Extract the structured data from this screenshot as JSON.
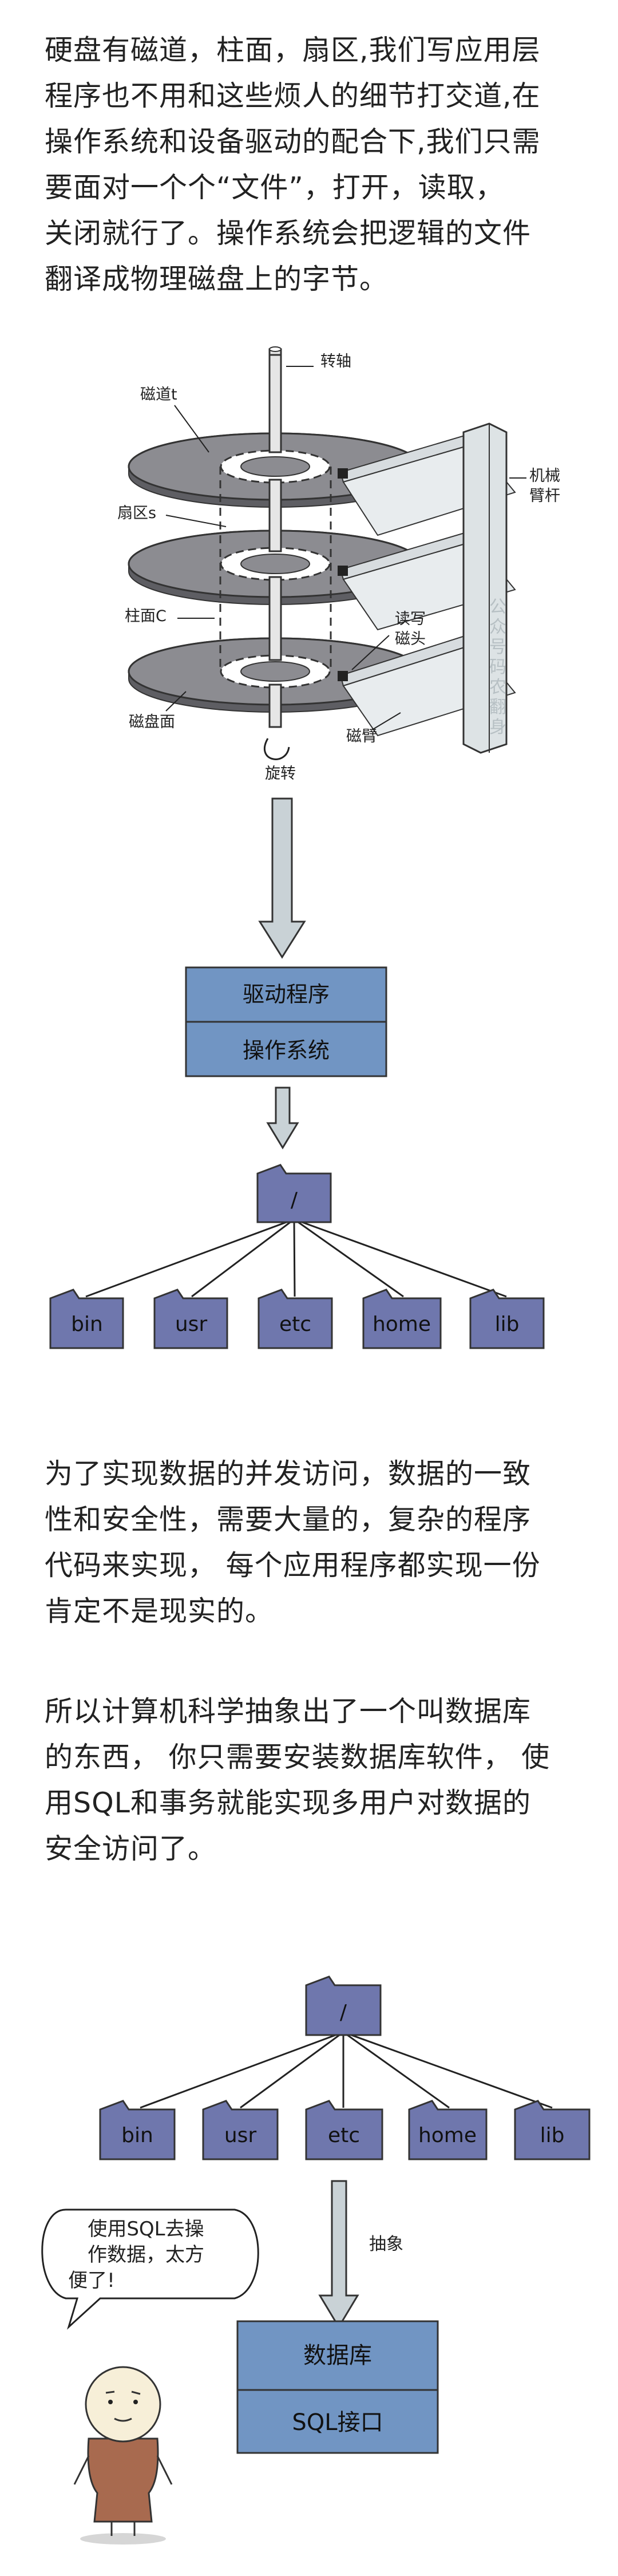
{
  "paragraphs": {
    "p1": [
      "硬盘有磁道，柱面，扇区,我们写应用层",
      "程序也不用和这些烦人的细节打交道,在",
      "操作系统和设备驱动的配合下,我们只需",
      "要面对一个个“文件”，打开，读取，",
      "关闭就行了。操作系统会把逻辑的文件",
      "翻译成物理磁盘上的字节。"
    ],
    "p2": [
      "为了实现数据的并发访问，数据的一致",
      "性和安全性，需要大量的，复杂的程序",
      "代码来实现， 每个应用程序都实现一份",
      "肯定不是现实的。"
    ],
    "p3": [
      "所以计算机科学抽象出了一个叫数据库",
      "的东西， 你只需要安装数据库软件， 使",
      "用SQL和事务就能实现多用户对数据的",
      "安全访问了。"
    ]
  },
  "disk_diagram": {
    "labels": {
      "track": "磁道t",
      "spindle": "转轴",
      "sector": "扇区s",
      "cylinder": "柱面C",
      "platter": "磁盘面",
      "rotation": "旋转",
      "arm_actuator": [
        "机械",
        "臂杆"
      ],
      "head": [
        "读写",
        "磁头"
      ],
      "arm": "磁臂",
      "watermark": [
        "公",
        "众",
        "号",
        "码",
        "农",
        "翻",
        "身"
      ]
    }
  },
  "stack_diagram": {
    "driver": "驱动程序",
    "os": "操作系统"
  },
  "fs_tree_1": {
    "root": "/",
    "children": [
      "bin",
      "usr",
      "etc",
      "home",
      "lib"
    ]
  },
  "fs_tree_2": {
    "root": "/",
    "children": [
      "bin",
      "usr",
      "etc",
      "home",
      "lib"
    ]
  },
  "abstraction": {
    "arrow_label": "抽象",
    "speech": [
      "使用SQL去操",
      "作数据，太方",
      "便了!"
    ],
    "db_label": "数据库",
    "sql_label": "SQL接口"
  },
  "colors": {
    "folder": "#6f77ad",
    "box": "#7195c3",
    "arrow": "#c9d2d6",
    "platter": "#8c8c91",
    "character_shirt": "#a86a4f"
  }
}
